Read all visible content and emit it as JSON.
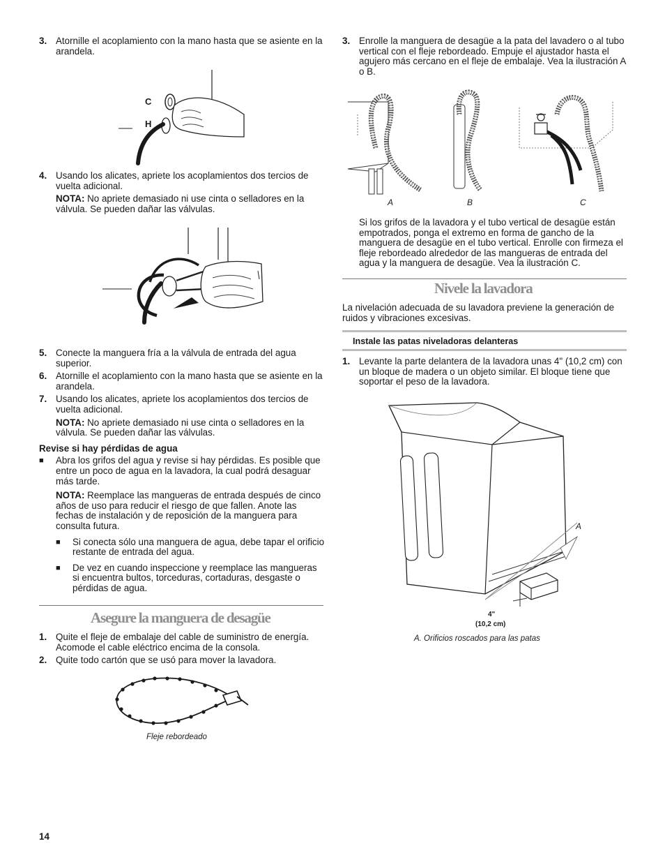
{
  "left": {
    "step3": {
      "num": "3.",
      "text": "Atornille el acoplamiento con la mano hasta que se asiente en la arandela."
    },
    "fig1": {
      "label_c": "C",
      "label_h": "H"
    },
    "step4": {
      "num": "4.",
      "text": "Usando los alicates, apriete los acoplamientos dos tercios de vuelta adicional."
    },
    "note1": {
      "label": "NOTA:",
      "text": " No apriete demasiado ni use cinta o selladores en la válvula. Se pueden dañar las válvulas."
    },
    "step5": {
      "num": "5.",
      "text": "Conecte la manguera fría a la válvula de entrada del agua superior."
    },
    "step6": {
      "num": "6.",
      "text": "Atornille el acoplamiento con la mano hasta que se asiente en la arandela."
    },
    "step7": {
      "num": "7.",
      "text": "Usando los alicates, apriete los acoplamientos dos tercios de vuelta adicional."
    },
    "note2": {
      "label": "NOTA:",
      "text": " No apriete demasiado ni use cinta o selladores en la válvula. Se pueden dañar las válvulas."
    },
    "check_heading": "Revise si hay pérdidas de agua",
    "check_bullet": "Abra los grifos del agua y revise si hay pérdidas. Es posible que entre un poco de agua en la lavadora, la cual podrá desaguar más tarde.",
    "note3": {
      "label": "NOTA:",
      "text": " Reemplace las mangueras de entrada después de cinco años de uso para reducir el riesgo de que fallen. Anote las fechas de instalación y de reposición de la manguera para consulta futura."
    },
    "sub_bullet1": "Si conecta sólo una manguera de agua, debe tapar el orificio restante de entrada del agua.",
    "sub_bullet2": "De vez en cuando inspeccione y reemplace las mangueras si encuentra bultos, torceduras, cortaduras, desgaste o pérdidas de agua.",
    "drain_heading": "Asegure la manguera de desagüe",
    "drain_step1": {
      "num": "1.",
      "text": "Quite el fleje de embalaje del cable de suministro de energía. Acomode el cable eléctrico encima de la consola."
    },
    "drain_step2": {
      "num": "2.",
      "text": "Quite todo cartón que se usó para mover la lavadora."
    },
    "strap_caption": "Fleje rebordeado"
  },
  "right": {
    "step3": {
      "num": "3.",
      "text": "Enrolle la manguera de desagüe a la pata del lavadero o al tubo vertical con el fleje rebordeado. Empuje el ajustador hasta el agujero más cercano en el fleje de embalaje. Vea la ilustración A o B."
    },
    "fig_labels": [
      "A",
      "B",
      "C"
    ],
    "para": "Si los grifos de la lavadora y el tubo vertical de desagüe están empotrados, ponga el extremo en forma de gancho de la manguera de desagüe en el tubo vertical. Enrolle con firmeza el fleje rebordeado alrededor de las mangueras de entrada del agua y la manguera de desagüe. Vea la ilustración C.",
    "level_heading": "Nivele la lavadora",
    "level_intro": "La nivelación adecuada de su lavadora previene la generación de ruidos y vibraciones excesivas.",
    "sub_heading": "Instale las patas niveladoras delanteras",
    "step1": {
      "num": "1.",
      "text": "Levante la parte delantera de la lavadora unas 4\" (10,2 cm) con un bloque de madera o un objeto similar. El bloque tiene que soportar el peso de la lavadora."
    },
    "washer_label_a": "A",
    "measure_in": "4\"",
    "measure_cm": "(10,2 cm)",
    "washer_caption": "A. Orificios roscados para las patas"
  },
  "page_number": "14",
  "bullet_glyph": "■"
}
